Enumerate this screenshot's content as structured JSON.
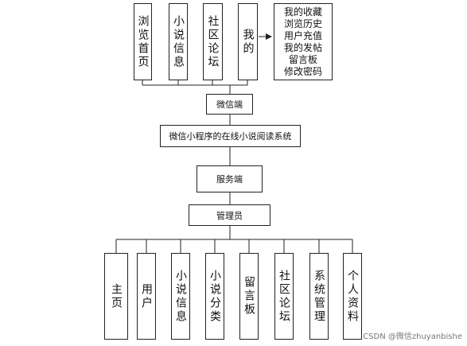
{
  "top_modules": [
    {
      "label": "浏览首页"
    },
    {
      "label": "小说信息"
    },
    {
      "label": "社区论坛"
    },
    {
      "label": "我的"
    }
  ],
  "my_submenu": [
    "我的收藏",
    "浏览历史",
    "用户充值",
    "我的发帖",
    "留言板",
    "修改密码"
  ],
  "wechat_end": "微信端",
  "system_name": "微信小程序的在线小说阅读系统",
  "server_end": "服务端",
  "admin": "管理员",
  "bottom_modules": [
    {
      "label": "主页"
    },
    {
      "label": "用户"
    },
    {
      "label": "小说信息"
    },
    {
      "label": "小说分类"
    },
    {
      "label": "留言板"
    },
    {
      "label": "社区论坛"
    },
    {
      "label": "系统管理"
    },
    {
      "label": "个人资料"
    }
  ],
  "watermark": "CSDN @微信zhuyanbishe"
}
